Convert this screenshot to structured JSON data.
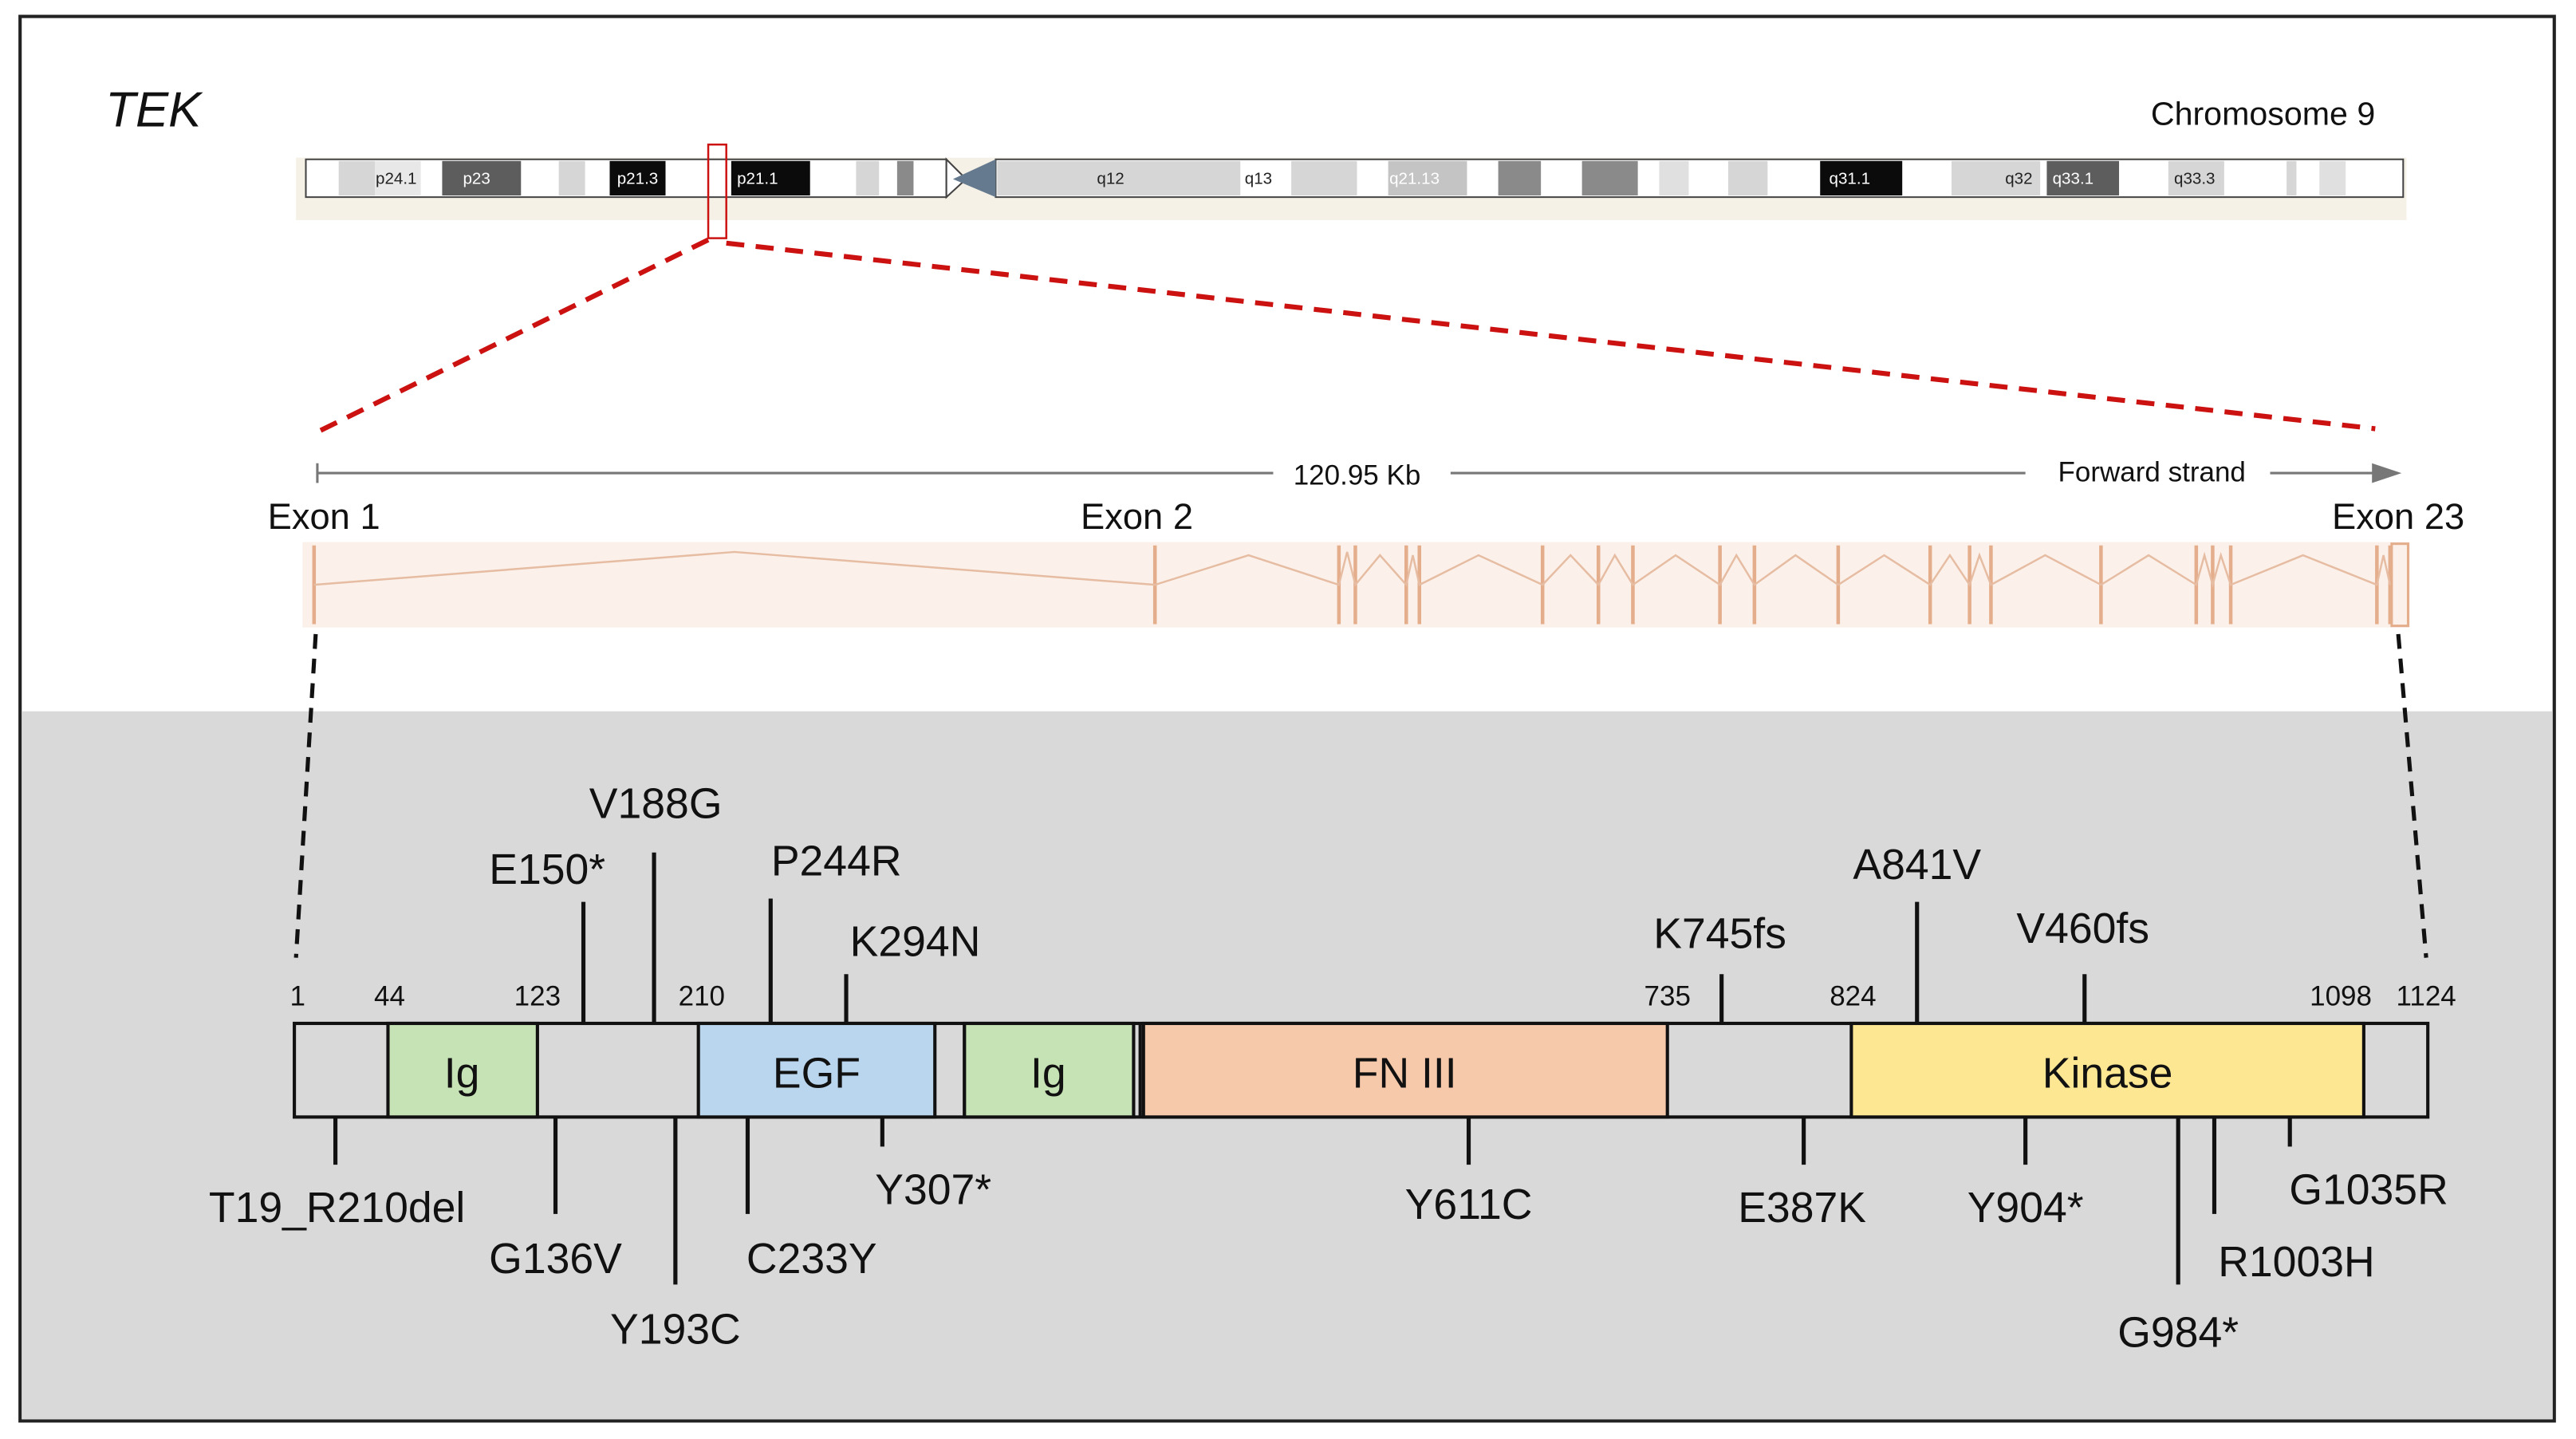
{
  "gene": "TEK",
  "chromosome": {
    "label": "Chromosome 9",
    "bands": [
      "p24.1",
      "p23",
      "p21.3",
      "p21.1",
      "q12",
      "q13",
      "q21.13",
      "q31.1",
      "q32",
      "q33.1",
      "q33.3"
    ]
  },
  "gene_track": {
    "length": "120.95 Kb",
    "strand": "Forward strand",
    "exon_first": "Exon 1",
    "exon_second": "Exon 2",
    "exon_last": "Exon 23"
  },
  "protein": {
    "positions": [
      "1",
      "44",
      "123",
      "210",
      "735",
      "824",
      "1098",
      "1124"
    ],
    "domains": [
      {
        "label": "Ig",
        "color": "#c5e3b4"
      },
      {
        "label": "EGF",
        "color": "#b9d6ee"
      },
      {
        "label": "Ig",
        "color": "#c5e3b4"
      },
      {
        "label": "FN III",
        "color": "#f7c9ab"
      },
      {
        "label": "Kinase",
        "color": "#fde793"
      }
    ],
    "mutations_above": [
      "E150*",
      "V188G",
      "P244R",
      "K294N",
      "K745fs",
      "A841V",
      "V460fs"
    ],
    "mutations_below": [
      "T19_R210del",
      "G136V",
      "Y193C",
      "C233Y",
      "Y307*",
      "Y611C",
      "E387K",
      "Y904*",
      "G984*",
      "R1003H",
      "G1035R"
    ]
  },
  "colors": {
    "zoom_line": "#cc1111",
    "exon": "#e9b99a",
    "panel_bg": "#d9d9d9"
  }
}
